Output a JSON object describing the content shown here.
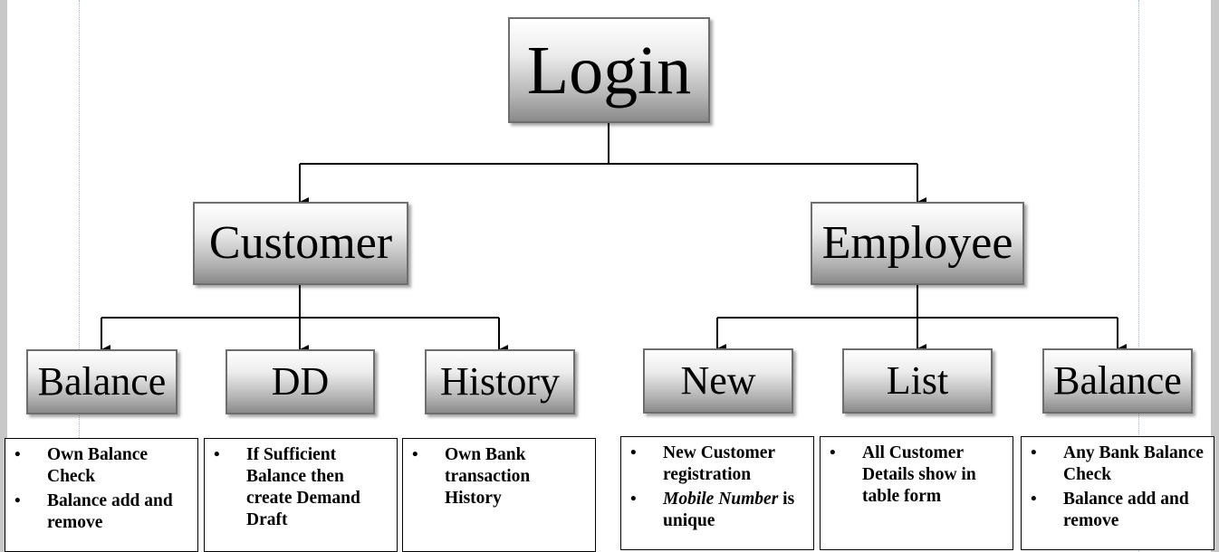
{
  "nodes": {
    "login": "Login",
    "customer": "Customer",
    "employee": "Employee",
    "cust_balance": "Balance",
    "cust_dd": "DD",
    "cust_history": "History",
    "emp_new": "New",
    "emp_list": "List",
    "emp_balance": "Balance"
  },
  "notes": {
    "cust_balance": [
      "Own Balance Check",
      "Balance add and remove"
    ],
    "cust_dd": [
      "If Sufficient Balance then create Demand Draft"
    ],
    "cust_history": [
      "Own Bank transaction History"
    ],
    "emp_new": {
      "item1": "New Customer registration",
      "item2_em": "Mobile Number",
      "item2_rest": "is unique"
    },
    "emp_list": [
      "All Customer Details show in table form"
    ],
    "emp_balance": [
      "Any Bank Balance Check",
      "Balance add and remove"
    ]
  },
  "colors": {
    "connector": "#000000",
    "node_border": "#6e6e6e",
    "gradient_top": "#ffffff",
    "gradient_bottom": "#8a8a8a"
  }
}
